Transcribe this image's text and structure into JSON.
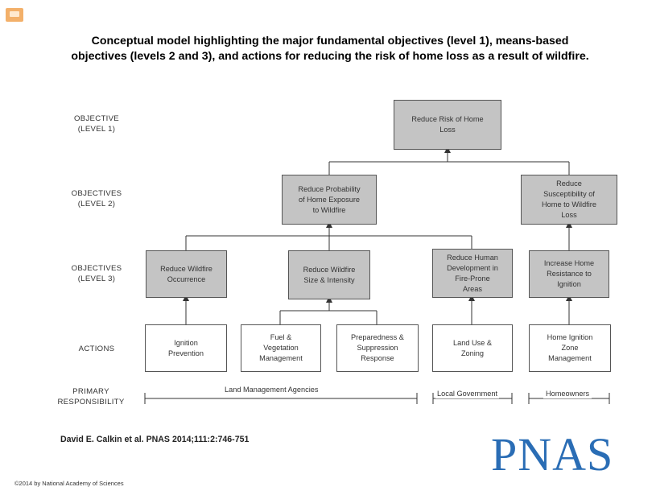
{
  "title": {
    "line1": "Conceptual model highlighting the major fundamental objectives (level 1), means-based",
    "line2": "objectives (levels 2 and 3), and actions for reducing the risk of home loss as a result of wildfire."
  },
  "row_labels": {
    "level1": "OBJECTIVE\n(LEVEL 1)",
    "level2": "OBJECTIVES\n(LEVEL 2)",
    "level3": "OBJECTIVES\n(LEVEL 3)",
    "actions": "ACTIONS",
    "responsibility": "PRIMARY\nRESPONSIBILITY"
  },
  "nodes": {
    "l1_reduce_risk": "Reduce Risk of Home\nLoss",
    "l2_exposure": "Reduce Probability\nof Home Exposure\nto Wildfire",
    "l2_susceptibility": "Reduce\nSusceptibility of\nHome to Wildfire\nLoss",
    "l3_occurrence": "Reduce Wildfire\nOccurrence",
    "l3_size": "Reduce Wildfire\nSize & Intensity",
    "l3_development": "Reduce Human\nDevelopment in\nFire-Prone\nAreas",
    "l3_resistance": "Increase Home\nResistance to\nIgnition",
    "a_ignition": "Ignition\nPrevention",
    "a_fuel": "Fuel &\nVegetation\nManagement",
    "a_preparedness": "Preparedness &\nSuppression\nResponse",
    "a_landuse": "Land Use &\nZoning",
    "a_hiz": "Home Ignition\nZone\nManagement"
  },
  "responsibility": {
    "land": "Land Management Agencies",
    "local": "Local Government",
    "home": "Homeowners"
  },
  "citation": "David E. Calkin et al. PNAS 2014;111:2:746-751",
  "logo": "PNAS",
  "copyright": "©2014 by National Academy of Sciences",
  "colors": {
    "objective_fill": "#c4c4c4",
    "action_fill": "#ffffff",
    "logo": "#2a6db5"
  }
}
